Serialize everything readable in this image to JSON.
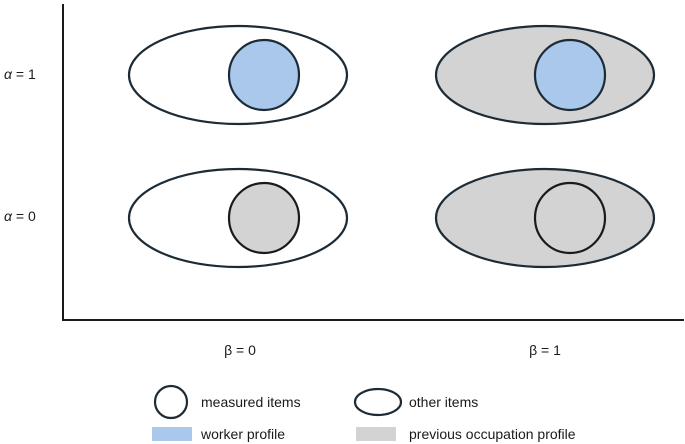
{
  "diagram": {
    "rows": [
      {
        "symbol": "α",
        "rest": " = 1"
      },
      {
        "symbol": "α",
        "rest": " = 0"
      }
    ],
    "columns": [
      {
        "label": "β = 0"
      },
      {
        "label": "β = 1"
      }
    ],
    "cells": [
      {
        "row": 0,
        "col": 0,
        "outer_fill": "worker_blank",
        "inner_fill": "worker"
      },
      {
        "row": 0,
        "col": 1,
        "outer_fill": "occupation",
        "inner_fill": "worker"
      },
      {
        "row": 1,
        "col": 0,
        "outer_fill": "worker_blank",
        "inner_fill": "occupation"
      },
      {
        "row": 1,
        "col": 1,
        "outer_fill": "occupation",
        "inner_fill": "occupation"
      }
    ]
  },
  "legend": {
    "measured_items": "measured items",
    "other_items": "other items",
    "worker_profile": "worker profile",
    "previous_occupation_profile": "previous occupation profile"
  },
  "colors": {
    "outline": "#1c2b36",
    "worker_blue": "#a9c8ec",
    "occupation_gray": "#d3d3d3",
    "blank": "#ffffff",
    "axis": "#1a1a1a"
  }
}
